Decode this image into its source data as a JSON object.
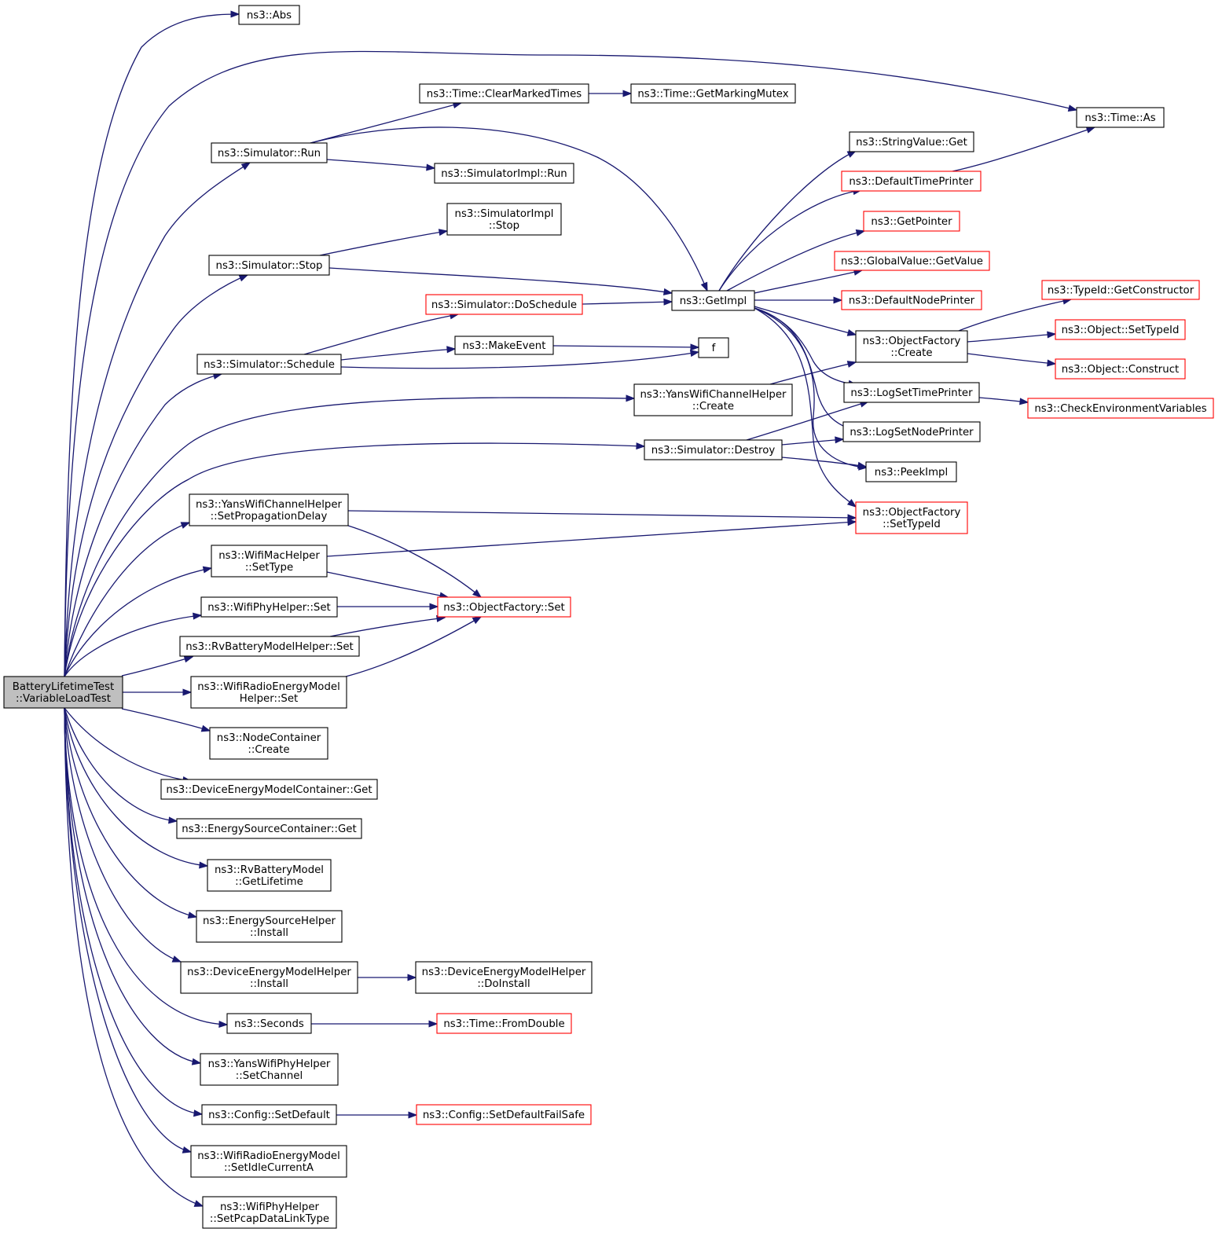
{
  "diagram": {
    "title": "",
    "root_node": "BatteryLifetimeTest::VariableLoadTest",
    "colors": {
      "edge": "#191970",
      "node_border": "#000000",
      "node_border_incomplete": "#ff0000",
      "root_fill": "#bfbfbf",
      "background": "#ffffff"
    },
    "nodes": [
      {
        "id": "root",
        "lines": [
          "BatteryLifetimeTest",
          "::VariableLoadTest"
        ],
        "style": "root"
      },
      {
        "id": "abs",
        "lines": [
          "ns3::Abs"
        ],
        "style": "normal"
      },
      {
        "id": "time_as",
        "lines": [
          "ns3::Time::As"
        ],
        "style": "normal"
      },
      {
        "id": "clear_marked",
        "lines": [
          "ns3::Time::ClearMarkedTimes"
        ],
        "style": "normal"
      },
      {
        "id": "marking_mutex",
        "lines": [
          "ns3::Time::GetMarkingMutex"
        ],
        "style": "normal"
      },
      {
        "id": "sim_run",
        "lines": [
          "ns3::Simulator::Run"
        ],
        "style": "normal"
      },
      {
        "id": "simimpl_run",
        "lines": [
          "ns3::SimulatorImpl::Run"
        ],
        "style": "normal"
      },
      {
        "id": "stringvalue_get",
        "lines": [
          "ns3::StringValue::Get"
        ],
        "style": "normal"
      },
      {
        "id": "default_time_printer",
        "lines": [
          "ns3::DefaultTimePrinter"
        ],
        "style": "red"
      },
      {
        "id": "simimpl_stop",
        "lines": [
          "ns3::SimulatorImpl",
          "::Stop"
        ],
        "style": "normal"
      },
      {
        "id": "get_pointer",
        "lines": [
          "ns3::GetPointer"
        ],
        "style": "red"
      },
      {
        "id": "sim_stop",
        "lines": [
          "ns3::Simulator::Stop"
        ],
        "style": "normal"
      },
      {
        "id": "globalvalue_getvalue",
        "lines": [
          "ns3::GlobalValue::GetValue"
        ],
        "style": "red"
      },
      {
        "id": "typeid_getconstructor",
        "lines": [
          "ns3::TypeId::GetConstructor"
        ],
        "style": "red"
      },
      {
        "id": "sim_doschedule",
        "lines": [
          "ns3::Simulator::DoSchedule"
        ],
        "style": "red"
      },
      {
        "id": "getimpl",
        "lines": [
          "ns3::GetImpl"
        ],
        "style": "normal"
      },
      {
        "id": "default_node_printer",
        "lines": [
          "ns3::DefaultNodePrinter"
        ],
        "style": "red"
      },
      {
        "id": "object_settypeid",
        "lines": [
          "ns3::Object::SetTypeId"
        ],
        "style": "red"
      },
      {
        "id": "objectfactory_create",
        "lines": [
          "ns3::ObjectFactory",
          "::Create"
        ],
        "style": "normal"
      },
      {
        "id": "make_event",
        "lines": [
          "ns3::MakeEvent"
        ],
        "style": "normal"
      },
      {
        "id": "f",
        "lines": [
          "f"
        ],
        "style": "normal"
      },
      {
        "id": "sim_schedule",
        "lines": [
          "ns3::Simulator::Schedule"
        ],
        "style": "normal"
      },
      {
        "id": "object_construct",
        "lines": [
          "ns3::Object::Construct"
        ],
        "style": "red"
      },
      {
        "id": "yans_channel_create",
        "lines": [
          "ns3::YansWifiChannelHelper",
          "::Create"
        ],
        "style": "normal"
      },
      {
        "id": "log_set_time_printer",
        "lines": [
          "ns3::LogSetTimePrinter"
        ],
        "style": "normal"
      },
      {
        "id": "check_env_vars",
        "lines": [
          "ns3::CheckEnvironmentVariables"
        ],
        "style": "red"
      },
      {
        "id": "log_set_node_printer",
        "lines": [
          "ns3::LogSetNodePrinter"
        ],
        "style": "normal"
      },
      {
        "id": "sim_destroy",
        "lines": [
          "ns3::Simulator::Destroy"
        ],
        "style": "normal"
      },
      {
        "id": "peek_impl",
        "lines": [
          "ns3::PeekImpl"
        ],
        "style": "normal"
      },
      {
        "id": "yans_set_prop_delay",
        "lines": [
          "ns3::YansWifiChannelHelper",
          "::SetPropagationDelay"
        ],
        "style": "normal"
      },
      {
        "id": "objectfactory_settypeid",
        "lines": [
          "ns3::ObjectFactory",
          "::SetTypeId"
        ],
        "style": "red"
      },
      {
        "id": "wifimac_settype",
        "lines": [
          "ns3::WifiMacHelper",
          "::SetType"
        ],
        "style": "normal"
      },
      {
        "id": "wifiphy_set",
        "lines": [
          "ns3::WifiPhyHelper::Set"
        ],
        "style": "normal"
      },
      {
        "id": "objectfactory_set",
        "lines": [
          "ns3::ObjectFactory::Set"
        ],
        "style": "red"
      },
      {
        "id": "rvbattery_helper_set",
        "lines": [
          "ns3::RvBatteryModelHelper::Set"
        ],
        "style": "normal"
      },
      {
        "id": "wifiradio_helper_set",
        "lines": [
          "ns3::WifiRadioEnergyModel",
          "Helper::Set"
        ],
        "style": "normal"
      },
      {
        "id": "nodecontainer_create",
        "lines": [
          "ns3::NodeContainer",
          "::Create"
        ],
        "style": "normal"
      },
      {
        "id": "devenergy_container_get",
        "lines": [
          "ns3::DeviceEnergyModelContainer::Get"
        ],
        "style": "normal"
      },
      {
        "id": "energysource_container_get",
        "lines": [
          "ns3::EnergySourceContainer::Get"
        ],
        "style": "normal"
      },
      {
        "id": "rvbattery_getlifetime",
        "lines": [
          "ns3::RvBatteryModel",
          "::GetLifetime"
        ],
        "style": "normal"
      },
      {
        "id": "energysource_install",
        "lines": [
          "ns3::EnergySourceHelper",
          "::Install"
        ],
        "style": "normal"
      },
      {
        "id": "devenergy_install",
        "lines": [
          "ns3::DeviceEnergyModelHelper",
          "::Install"
        ],
        "style": "normal"
      },
      {
        "id": "devenergy_doinstall",
        "lines": [
          "ns3::DeviceEnergyModelHelper",
          "::DoInstall"
        ],
        "style": "normal"
      },
      {
        "id": "seconds",
        "lines": [
          "ns3::Seconds"
        ],
        "style": "normal"
      },
      {
        "id": "time_fromdouble",
        "lines": [
          "ns3::Time::FromDouble"
        ],
        "style": "red"
      },
      {
        "id": "yans_phy_setchannel",
        "lines": [
          "ns3::YansWifiPhyHelper",
          "::SetChannel"
        ],
        "style": "normal"
      },
      {
        "id": "config_setdefault",
        "lines": [
          "ns3::Config::SetDefault"
        ],
        "style": "normal"
      },
      {
        "id": "config_setdefault_failsafe",
        "lines": [
          "ns3::Config::SetDefaultFailSafe"
        ],
        "style": "red"
      },
      {
        "id": "wifiradio_setidle",
        "lines": [
          "ns3::WifiRadioEnergyModel",
          "::SetIdleCurrentA"
        ],
        "style": "normal"
      },
      {
        "id": "wifiphy_setpcap",
        "lines": [
          "ns3::WifiPhyHelper",
          "::SetPcapDataLinkType"
        ],
        "style": "normal"
      }
    ],
    "edges": [
      [
        "root",
        "abs"
      ],
      [
        "root",
        "time_as"
      ],
      [
        "root",
        "sim_run"
      ],
      [
        "root",
        "sim_stop"
      ],
      [
        "root",
        "sim_schedule"
      ],
      [
        "root",
        "yans_channel_create"
      ],
      [
        "root",
        "sim_destroy"
      ],
      [
        "root",
        "yans_set_prop_delay"
      ],
      [
        "root",
        "wifimac_settype"
      ],
      [
        "root",
        "wifiphy_set"
      ],
      [
        "root",
        "rvbattery_helper_set"
      ],
      [
        "root",
        "wifiradio_helper_set"
      ],
      [
        "root",
        "nodecontainer_create"
      ],
      [
        "root",
        "devenergy_container_get"
      ],
      [
        "root",
        "energysource_container_get"
      ],
      [
        "root",
        "rvbattery_getlifetime"
      ],
      [
        "root",
        "energysource_install"
      ],
      [
        "root",
        "devenergy_install"
      ],
      [
        "root",
        "seconds"
      ],
      [
        "root",
        "yans_phy_setchannel"
      ],
      [
        "root",
        "config_setdefault"
      ],
      [
        "root",
        "wifiradio_setidle"
      ],
      [
        "root",
        "wifiphy_setpcap"
      ],
      [
        "sim_run",
        "clear_marked"
      ],
      [
        "sim_run",
        "simimpl_run"
      ],
      [
        "sim_run",
        "getimpl"
      ],
      [
        "clear_marked",
        "marking_mutex"
      ],
      [
        "sim_stop",
        "simimpl_stop"
      ],
      [
        "sim_stop",
        "getimpl"
      ],
      [
        "sim_schedule",
        "sim_doschedule"
      ],
      [
        "sim_schedule",
        "make_event"
      ],
      [
        "sim_schedule",
        "f"
      ],
      [
        "sim_doschedule",
        "getimpl"
      ],
      [
        "make_event",
        "f"
      ],
      [
        "getimpl",
        "stringvalue_get"
      ],
      [
        "getimpl",
        "default_time_printer"
      ],
      [
        "getimpl",
        "get_pointer"
      ],
      [
        "getimpl",
        "globalvalue_getvalue"
      ],
      [
        "getimpl",
        "default_node_printer"
      ],
      [
        "getimpl",
        "objectfactory_create"
      ],
      [
        "getimpl",
        "log_set_time_printer"
      ],
      [
        "getimpl",
        "log_set_node_printer"
      ],
      [
        "getimpl",
        "peek_impl"
      ],
      [
        "getimpl",
        "objectfactory_settypeid"
      ],
      [
        "default_time_printer",
        "time_as"
      ],
      [
        "objectfactory_create",
        "typeid_getconstructor"
      ],
      [
        "objectfactory_create",
        "object_settypeid"
      ],
      [
        "objectfactory_create",
        "object_construct"
      ],
      [
        "yans_channel_create",
        "objectfactory_create"
      ],
      [
        "log_set_time_printer",
        "check_env_vars"
      ],
      [
        "sim_destroy",
        "log_set_time_printer"
      ],
      [
        "sim_destroy",
        "log_set_node_printer"
      ],
      [
        "sim_destroy",
        "peek_impl"
      ],
      [
        "yans_set_prop_delay",
        "objectfactory_settypeid"
      ],
      [
        "yans_set_prop_delay",
        "objectfactory_set"
      ],
      [
        "wifimac_settype",
        "objectfactory_settypeid"
      ],
      [
        "wifimac_settype",
        "objectfactory_set"
      ],
      [
        "wifiphy_set",
        "objectfactory_set"
      ],
      [
        "rvbattery_helper_set",
        "objectfactory_set"
      ],
      [
        "wifiradio_helper_set",
        "objectfactory_set"
      ],
      [
        "devenergy_install",
        "devenergy_doinstall"
      ],
      [
        "seconds",
        "time_fromdouble"
      ],
      [
        "config_setdefault",
        "config_setdefault_failsafe"
      ]
    ]
  }
}
